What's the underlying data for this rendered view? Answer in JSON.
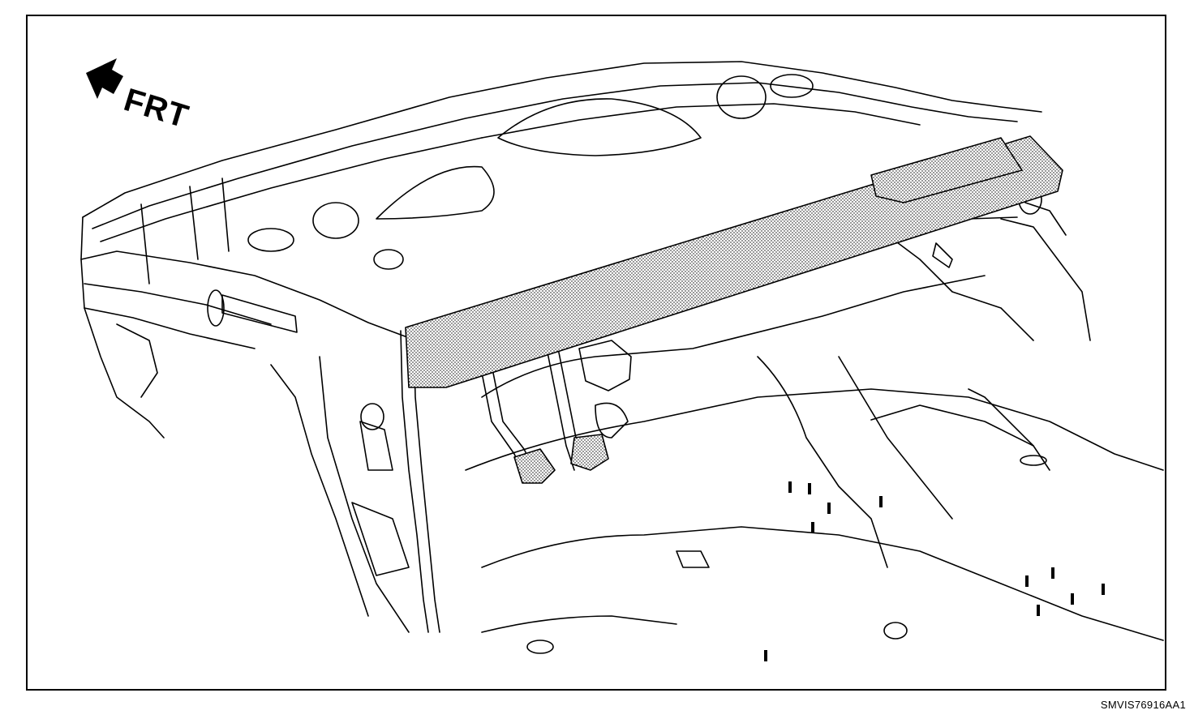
{
  "diagram": {
    "direction_label": "FRT",
    "direction_icon": "arrow-up-left-icon",
    "figure_code": "SMVIS76916AA1",
    "line_color": "#000000",
    "background_color": "#ffffff",
    "highlight_pattern": "stippled"
  }
}
